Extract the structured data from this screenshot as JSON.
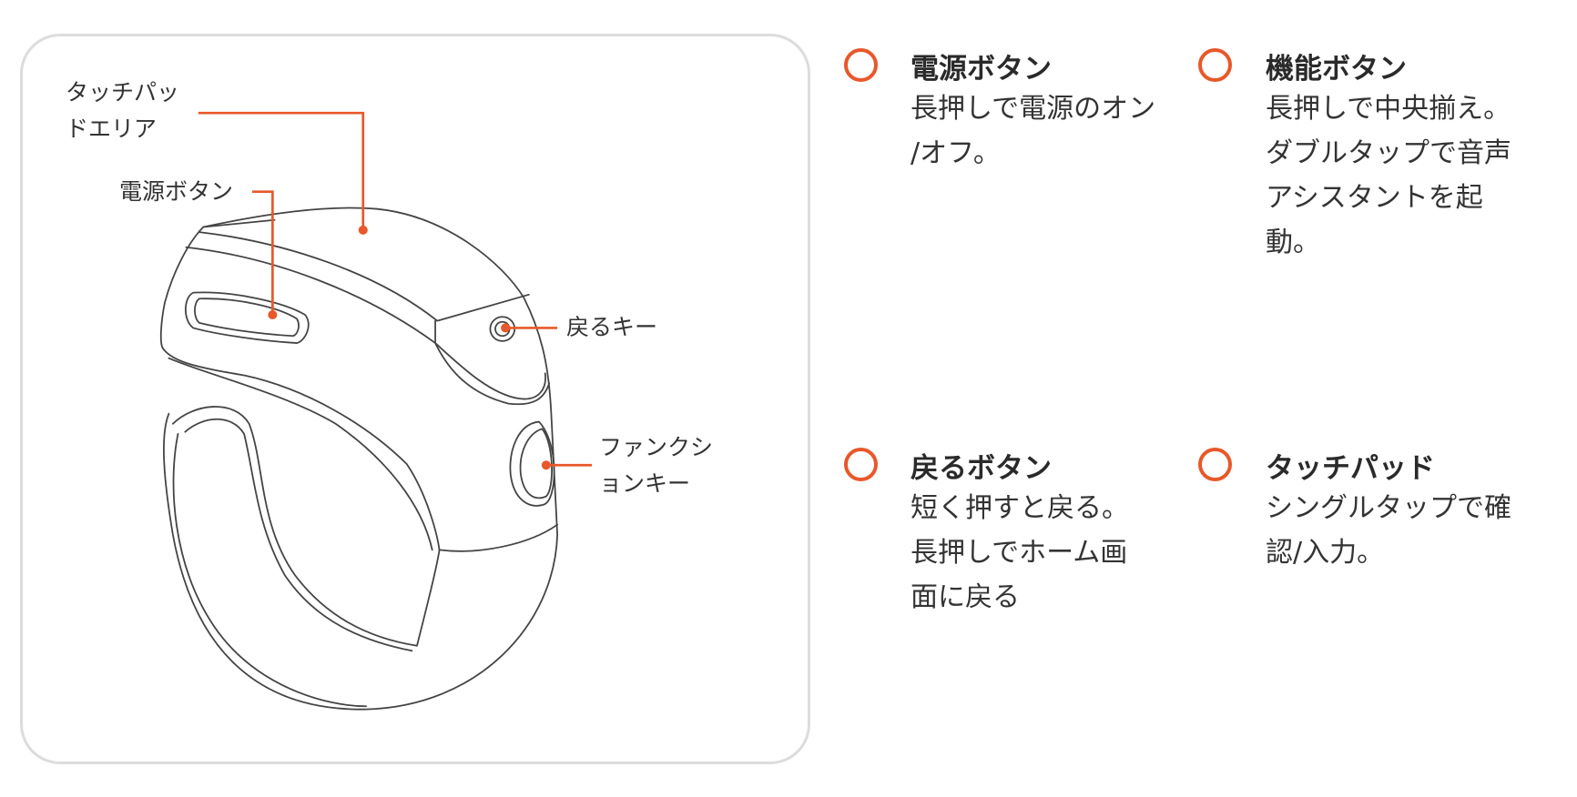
{
  "diagram": {
    "labels": {
      "touchpad_line1": "タッチパッ",
      "touchpad_line2": "ドエリア",
      "power": "電源ボタン",
      "back_key": "戻るキー",
      "function_line1": "ファンクシ",
      "function_line2": "ョンキー"
    },
    "accent_color": "#e8582a"
  },
  "features": [
    {
      "title": "電源ボタン",
      "lines": [
        "長押しで電源のオン",
        "/オフ。"
      ]
    },
    {
      "title": "機能ボタン",
      "lines": [
        "長押しで中央揃え。",
        "ダブルタップで音声",
        "アシスタントを起",
        "動。"
      ]
    },
    {
      "title": "戻るボタン",
      "lines": [
        "短く押すと戻る。",
        "長押しでホーム画",
        "面に戻る"
      ]
    },
    {
      "title": "タッチパッド",
      "lines": [
        "シングルタップで確",
        "認/入力。"
      ]
    }
  ]
}
